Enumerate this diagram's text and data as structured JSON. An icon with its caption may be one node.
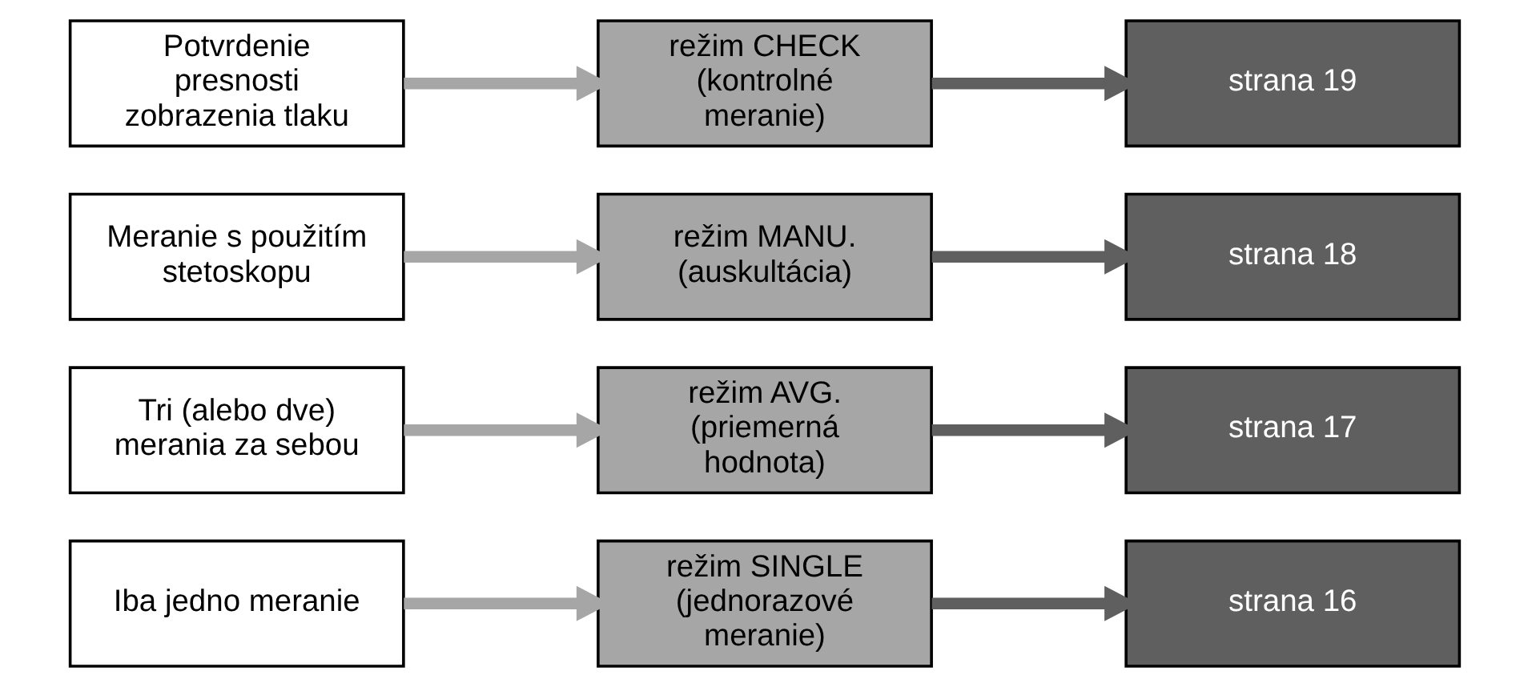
{
  "diagram": {
    "nodes": [
      {
        "text": [
          "Iba jedno meranie"
        ]
      },
      {
        "text": [
          "režim SINGLE (jednorazové meranie)"
        ]
      },
      {
        "text": [
          "strana 16"
        ]
      },
      {
        "text": [
          "Tri (alebo dve) merania za sebou"
        ]
      },
      {
        "text": [
          "režim AVG. (priemerná hodnota)"
        ]
      },
      {
        "text": [
          "strana 17"
        ]
      },
      {
        "text": [
          "Meranie s použitím stetoskopu"
        ]
      },
      {
        "text": [
          "režim MANU. (auskultácia)"
        ]
      },
      {
        "text": [
          "strana 18"
        ]
      },
      {
        "text": [
          "Potvrdenie presnosti zobrazenia tlaku"
        ]
      },
      {
        "text": [
          "režim CHECK (kontrolné meranie)"
        ]
      },
      {
        "text": [
          "strana 19"
        ]
      }
    ],
    "edges": [
      {
        "from": 0,
        "to": 1,
        "arrow": "to",
        "color": "#a6a6a6"
      },
      {
        "from": 1,
        "to": 2,
        "arrow": "to",
        "color": "#5f5f5f"
      },
      {
        "from": 3,
        "to": 4,
        "arrow": "to",
        "color": "#a6a6a6"
      },
      {
        "from": 4,
        "to": 5,
        "arrow": "to",
        "color": "#5f5f5f"
      },
      {
        "from": 6,
        "to": 7,
        "arrow": "to",
        "color": "#a6a6a6"
      },
      {
        "from": 7,
        "to": 8,
        "arrow": "to",
        "color": "#5f5f5f"
      },
      {
        "from": 9,
        "to": 10,
        "arrow": "to",
        "color": "#a6a6a6"
      },
      {
        "from": 10,
        "to": 11,
        "arrow": "to",
        "color": "#5f5f5f"
      }
    ]
  }
}
